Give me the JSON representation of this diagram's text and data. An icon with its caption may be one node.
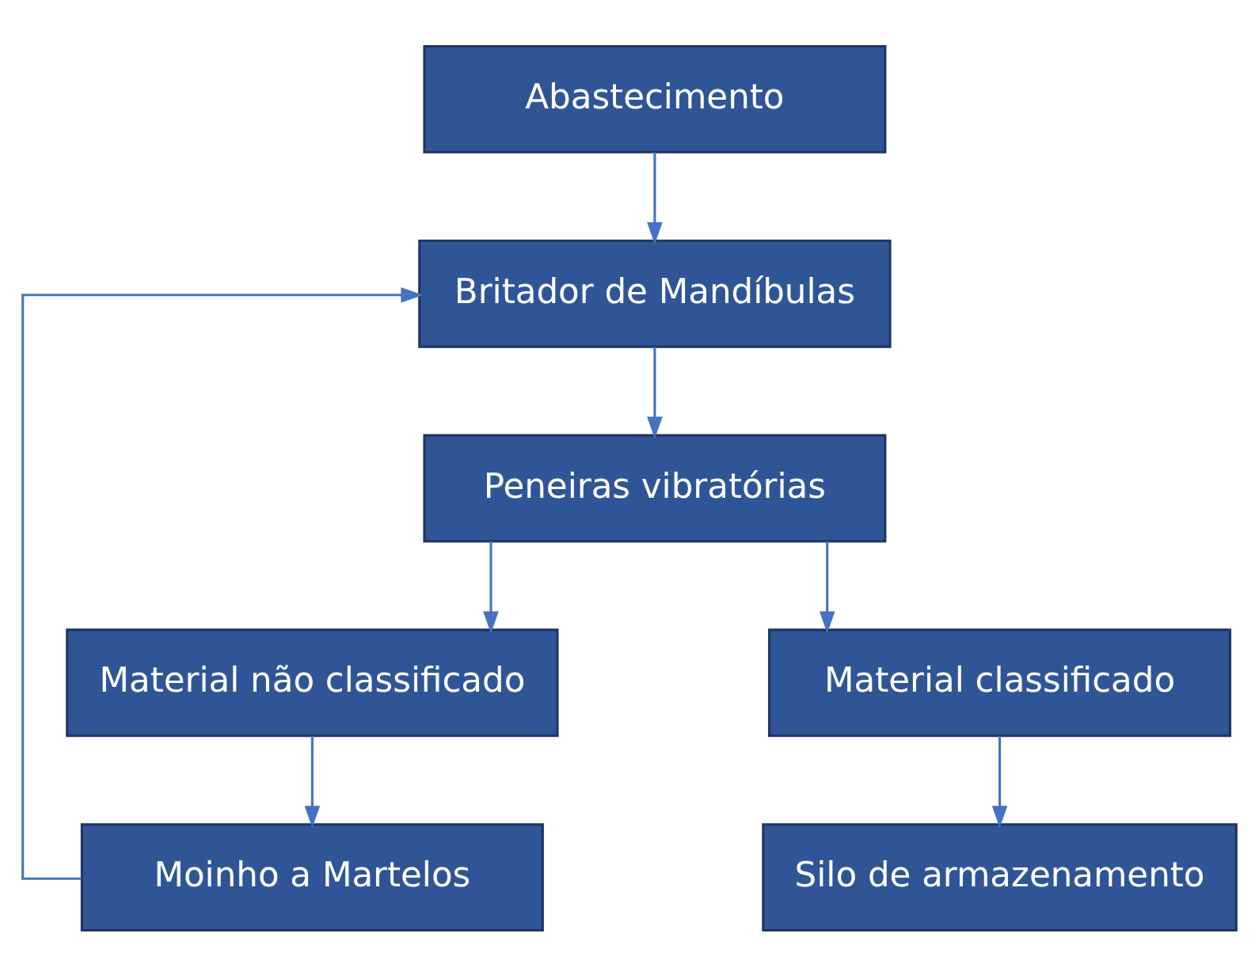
{
  "diagram": {
    "nodes": [
      {
        "text": [
          "Abastecimento"
        ]
      },
      {
        "text": [
          "Britador de Mandíbulas"
        ]
      },
      {
        "text": [
          "Peneiras vibratórias"
        ]
      },
      {
        "text": [
          "Material não classificado"
        ]
      },
      {
        "text": [
          "Material classificado"
        ]
      },
      {
        "text": [
          "Moinho a Martelos"
        ]
      },
      {
        "text": [
          "Silo de armazenamento"
        ]
      }
    ],
    "edges": [
      {
        "from": 0,
        "to": 1,
        "arrow": "to"
      },
      {
        "from": 1,
        "to": 2,
        "arrow": "to"
      },
      {
        "from": 2,
        "to": 3,
        "arrow": "to"
      },
      {
        "from": 2,
        "to": 4,
        "arrow": "to"
      },
      {
        "from": 3,
        "to": 5,
        "arrow": "to"
      },
      {
        "from": 4,
        "to": 6,
        "arrow": "to"
      },
      {
        "from": 5,
        "to": 1,
        "arrow": "to"
      }
    ]
  }
}
